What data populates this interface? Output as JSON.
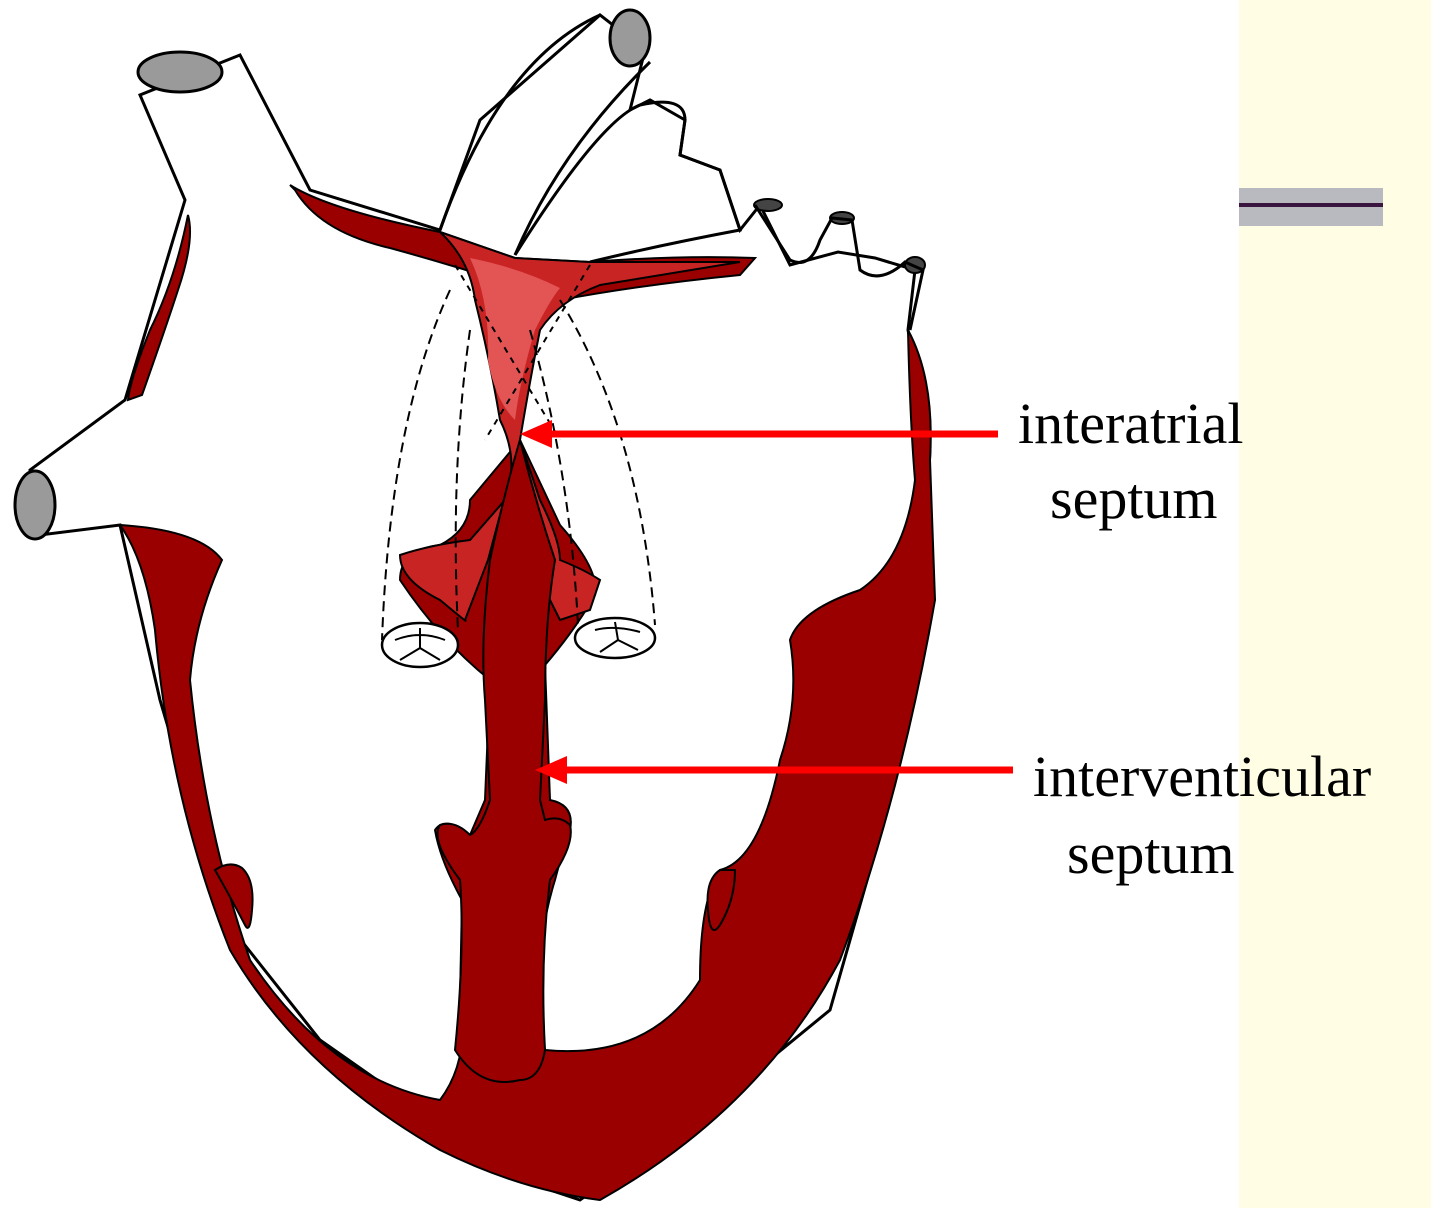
{
  "labels": {
    "interatrial_line1": "interatrial",
    "interatrial_line2": "septum",
    "interventricular_line1": "interventicular",
    "interventricular_line2": "septum"
  },
  "colors": {
    "myocardium": "#9b0000",
    "atrial_septum": "#c92424",
    "septum_highlight": "#e35454",
    "arrow": "#ff0000",
    "side_panel": "#fffde3",
    "outline": "#000000"
  }
}
